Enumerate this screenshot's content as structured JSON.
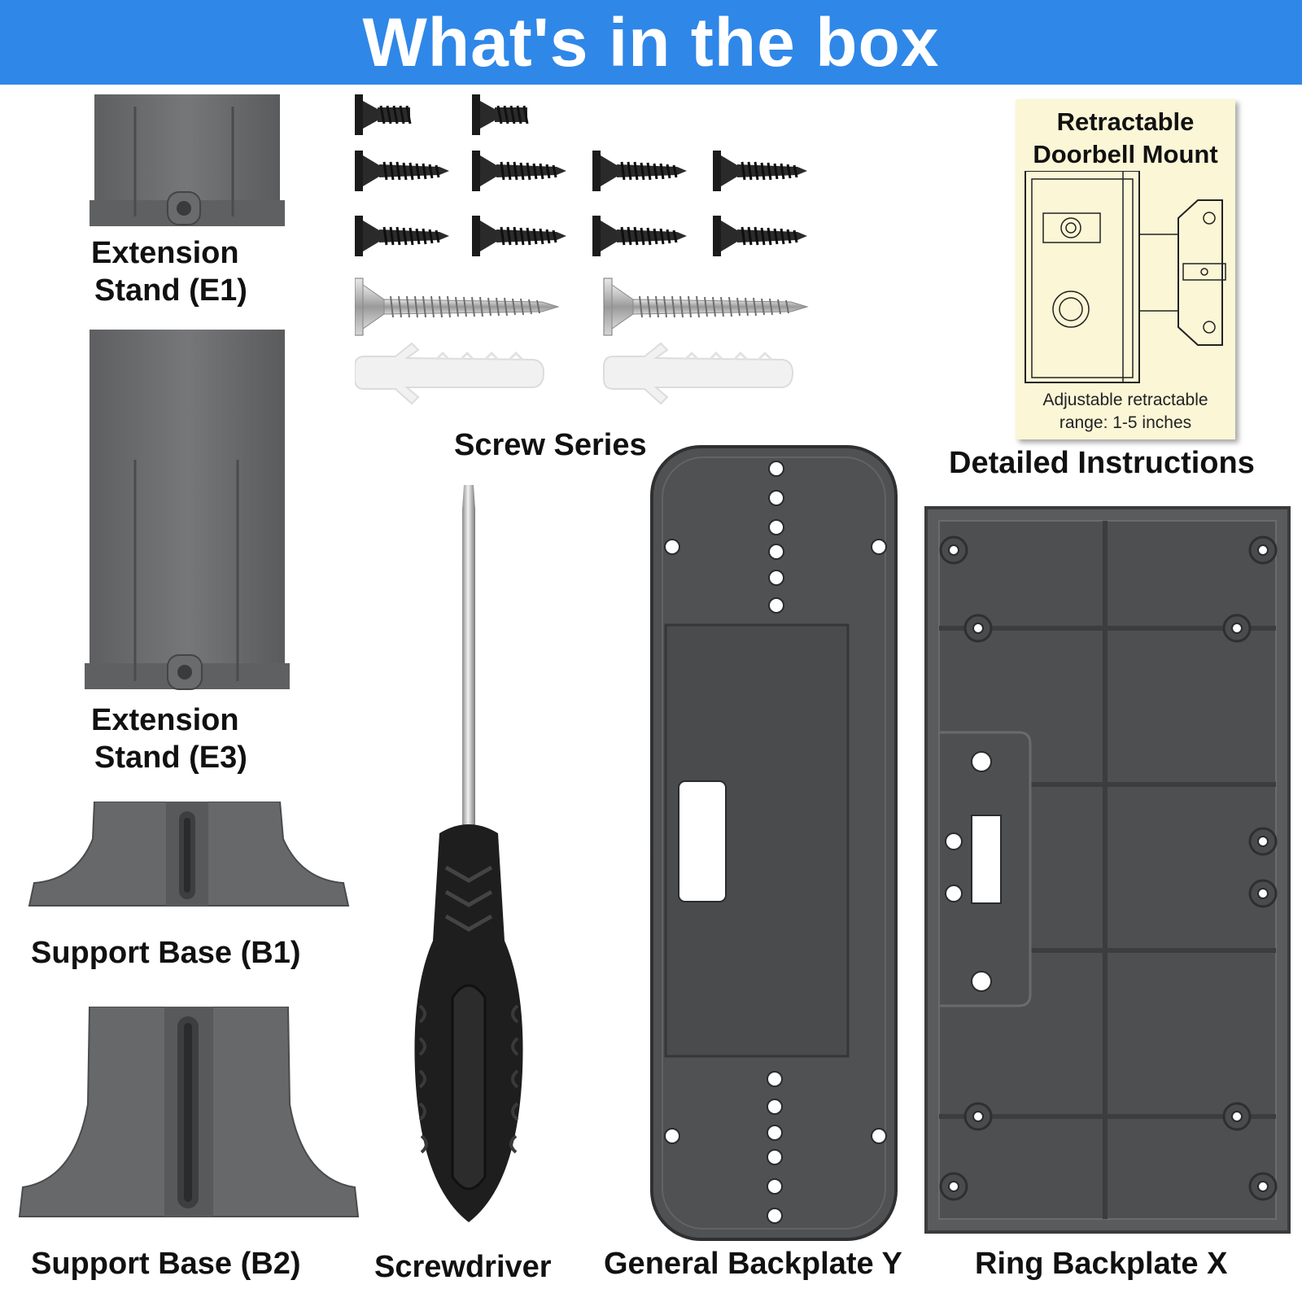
{
  "banner": {
    "title": "What's in the box",
    "background": "#2f87e8"
  },
  "parts": {
    "extension_e1": [
      "Extension",
      "Stand (E1)"
    ],
    "extension_e3": [
      "Extension",
      "Stand (E3)"
    ],
    "support_b1": "Support Base (B1)",
    "support_b2": "Support Base (B2)",
    "screw_series": "Screw Series",
    "screwdriver": "Screwdriver",
    "general_backplate": "General Backplate Y",
    "ring_backplate": "Ring Backplate X"
  },
  "instructions": {
    "card_title": [
      "Retractable",
      "Doorbell Mount"
    ],
    "card_note": [
      "Adjustable retractable",
      "range: 1-5 inches"
    ],
    "caption": "Detailed Instructions"
  },
  "colors": {
    "plastic_gray": "#6b6c6e",
    "backplate_dark": "#4a4b4d",
    "card_bg": "#fbf6d6"
  }
}
